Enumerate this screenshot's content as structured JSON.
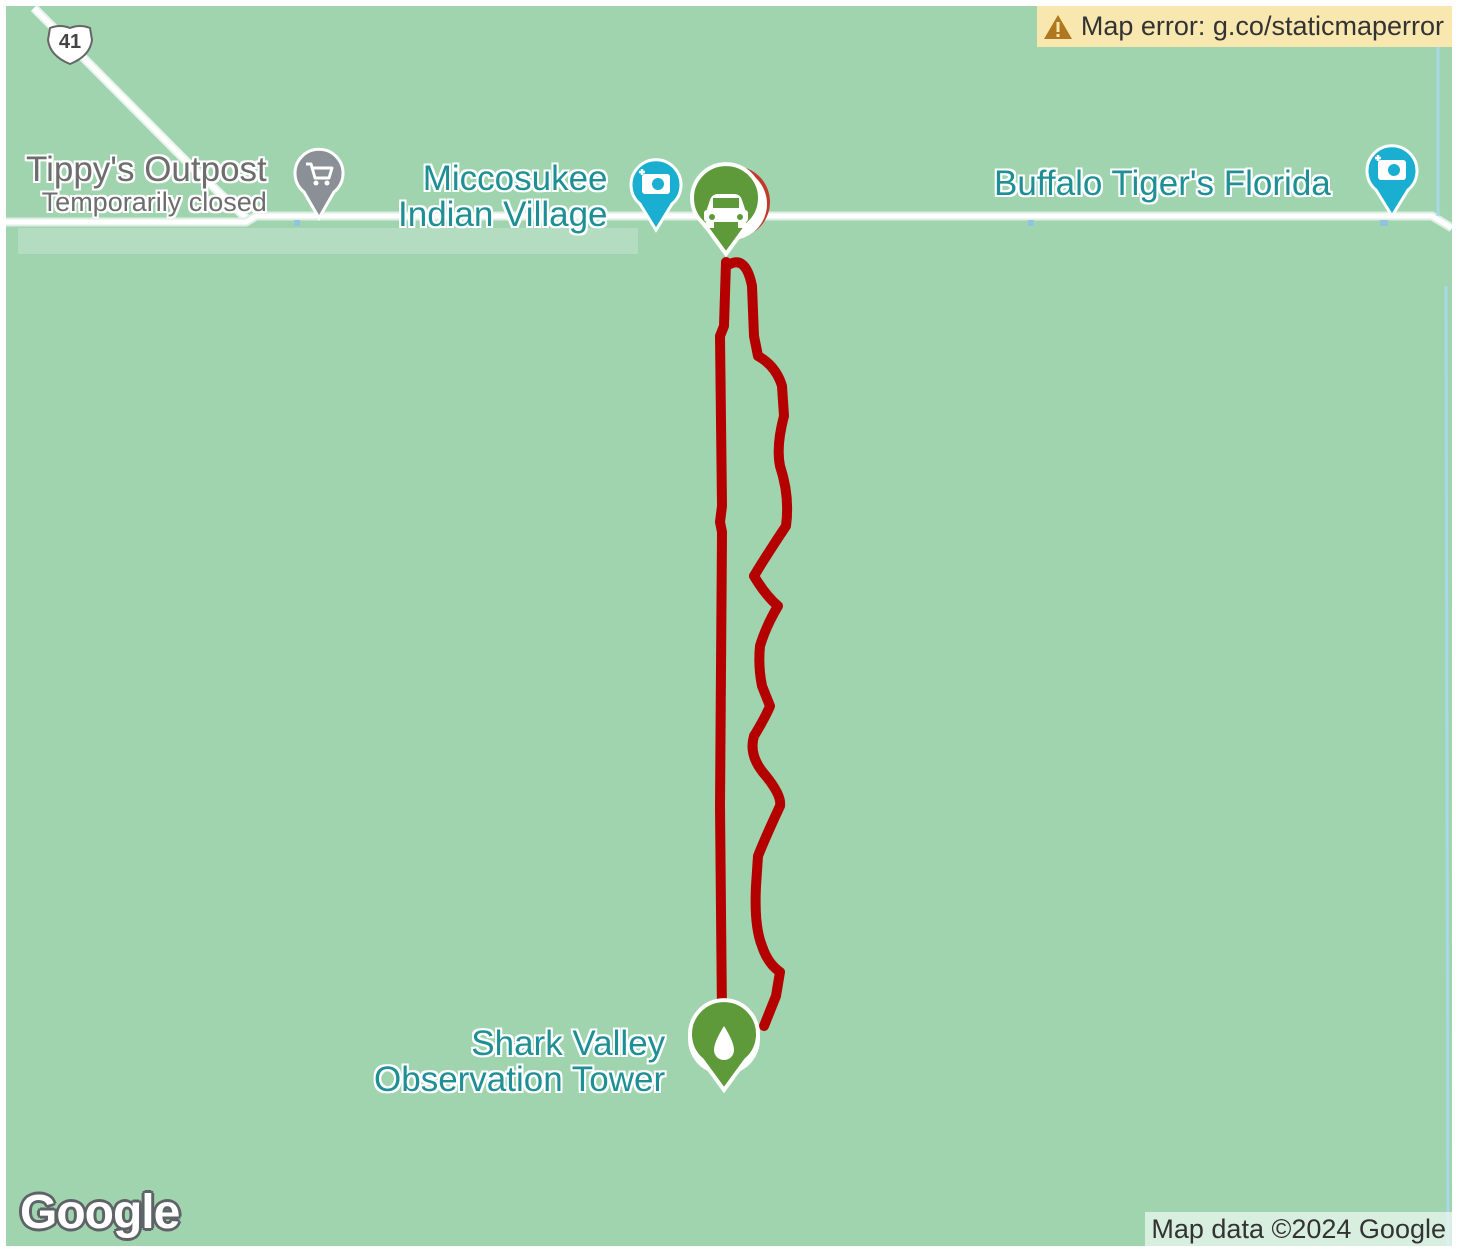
{
  "map": {
    "error_banner": {
      "text": "Map error: g.co/staticmaperror",
      "icon": "warning-icon"
    },
    "attribution": "Map data ©2024 Google",
    "logo": "Google",
    "route_shield": "41",
    "places": [
      {
        "id": "tippys",
        "name": "Tippy's Outpost",
        "status": "Temporarily closed",
        "icon": "shopping-cart-icon"
      },
      {
        "id": "miccosukee",
        "name_line1": "Miccosukee",
        "name_line2": "Indian Village",
        "icon": "camera-icon"
      },
      {
        "id": "buffalo",
        "name": "Buffalo Tiger's Florida",
        "icon": "camera-icon"
      },
      {
        "id": "shark",
        "name_line1": "Shark Valley",
        "name_line2": "Observation Tower",
        "icon": "water-drop-icon"
      }
    ],
    "markers": [
      {
        "id": "start",
        "icon": "car-icon"
      },
      {
        "id": "end",
        "icon": "water-drop-icon"
      }
    ],
    "colors": {
      "land": "#9fd4ae",
      "road": "#ffffff",
      "route": "#b50000",
      "marker_green": "#5e9a3a",
      "poi_teal": "#1aaed1",
      "poi_grey": "#8b8f96",
      "label_teal": "#1e8f95"
    }
  }
}
